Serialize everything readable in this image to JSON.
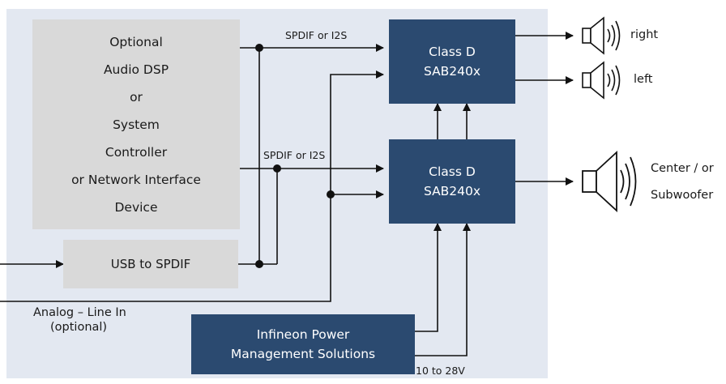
{
  "dsp": {
    "lines": [
      "Optional",
      "Audio DSP",
      "or",
      "System",
      "Controller",
      "or Network Interface",
      "Device"
    ]
  },
  "usb": {
    "label": "USB to SPDIF"
  },
  "amp_top": {
    "line1": "Class D",
    "line2": "SAB240x"
  },
  "amp_bottom": {
    "line1": "Class D",
    "line2": "SAB240x"
  },
  "pmu": {
    "line1": "Infineon Power",
    "line2": "Management Solutions"
  },
  "labels": {
    "spdif_top": "SPDIF or I2S",
    "spdif_mid": "SPDIF or I2S",
    "analog_line1": "Analog – Line In",
    "analog_line2": "(optional)",
    "voltage": "10 to 28V"
  },
  "speakers": {
    "right": "right",
    "left": "left",
    "center_line1": "Center / or",
    "center_line2": "Subwoofer"
  },
  "colors": {
    "panel": "#e3e8f1",
    "gray_box": "#d9d9d9",
    "navy_box": "#2b4a70",
    "line": "#111111"
  }
}
